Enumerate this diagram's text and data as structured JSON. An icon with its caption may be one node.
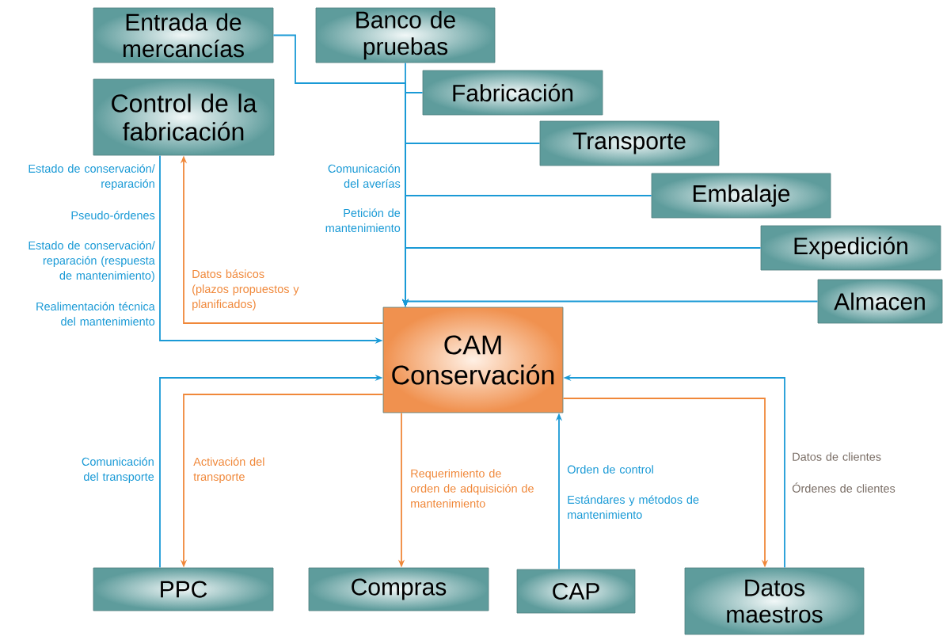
{
  "diagram": {
    "nodes": [
      {
        "text": [
          "Entrada de mercancías"
        ]
      },
      {
        "text": [
          "Banco de pruebas"
        ]
      },
      {
        "text": [
          "Control de la fabricación"
        ]
      },
      {
        "text": [
          "Fabricación"
        ]
      },
      {
        "text": [
          "Transporte"
        ]
      },
      {
        "text": [
          "Embalaje"
        ]
      },
      {
        "text": [
          "Expedición"
        ]
      },
      {
        "text": [
          "Almacen"
        ]
      },
      {
        "text": [
          "CAM Conservación"
        ]
      },
      {
        "text": [
          "PPC"
        ]
      },
      {
        "text": [
          "Compras"
        ]
      },
      {
        "text": [
          "CAP"
        ]
      },
      {
        "text": [
          "Datos maestros"
        ]
      }
    ],
    "edges": [
      {
        "from": 0,
        "to": 8,
        "arrow": "to"
      },
      {
        "from": 1,
        "to": 8,
        "arrow": "to"
      },
      {
        "from": 3,
        "to": 8,
        "arrow": "to"
      },
      {
        "from": 4,
        "to": 8,
        "arrow": "to"
      },
      {
        "from": 5,
        "to": 8,
        "arrow": "to"
      },
      {
        "from": 6,
        "to": 8,
        "arrow": "to"
      },
      {
        "from": 7,
        "to": 8,
        "arrow": "to"
      },
      {
        "from": 2,
        "to": 8,
        "arrow": "to"
      },
      {
        "from": 8,
        "to": 2,
        "arrow": "to",
        "color": "#f0883a"
      },
      {
        "from": 9,
        "to": 8,
        "arrow": "to"
      },
      {
        "from": 8,
        "to": 9,
        "arrow": "to",
        "color": "#f0883a"
      },
      {
        "from": 8,
        "to": 10,
        "arrow": "to",
        "color": "#f0883a"
      },
      {
        "from": 11,
        "to": 8,
        "arrow": "to"
      },
      {
        "from": 8,
        "to": 12,
        "arrow": "to",
        "color": "#f0883a"
      },
      {
        "from": 12,
        "to": 8,
        "arrow": "to"
      }
    ],
    "labels": [
      "Estado de conservación/ reparación",
      "Pseudo-órdenes",
      "Estado de conservación/ reparación (respuesta de mantenimiento)",
      "Realimentación técnica del mantenimiento",
      "Comunicación del averías",
      "Petición de mantenimiento",
      "Datos básicos (plazos propuestos y planificados)",
      "Comunicación del transporte",
      "Activación del transporte",
      "Requerimiento de orden de adquisición de mantenimiento",
      "Orden de control",
      "Estándares y métodos de mantenimiento",
      "Datos de clientes",
      "Órdenes de clientes"
    ]
  }
}
